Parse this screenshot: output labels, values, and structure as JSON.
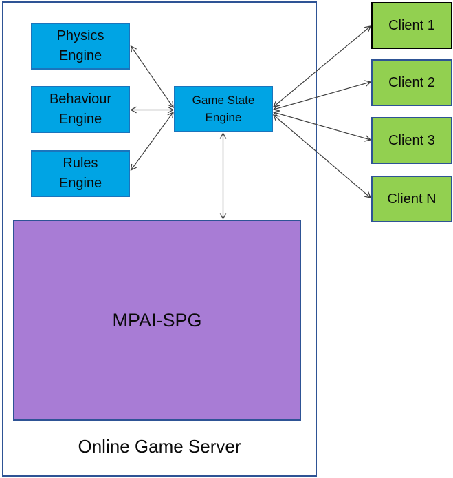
{
  "colors": {
    "blue-fill": "#00a4e4",
    "blue-border": "#1b74bc",
    "green-fill": "#92d050",
    "green-border": "#2e5395",
    "client1-border": "#000000",
    "purple-fill": "#a87cd5",
    "purple-border": "#2e5395",
    "outer-border": "#2e5395",
    "arrow-color": "#404040",
    "text-color": "#0a0a0a"
  },
  "server": {
    "label": "Online Game Server"
  },
  "engines": {
    "physics": {
      "line1": "Physics",
      "line2": "Engine"
    },
    "behaviour": {
      "line1": "Behaviour",
      "line2": "Engine"
    },
    "rules": {
      "line1": "Rules",
      "line2": "Engine"
    },
    "game_state": {
      "line1": "Game State",
      "line2": "Engine"
    }
  },
  "mpai": {
    "label": "MPAI-SPG"
  },
  "clients": [
    {
      "label": "Client 1"
    },
    {
      "label": "Client 2"
    },
    {
      "label": "Client 3"
    },
    {
      "label": "Client N"
    }
  ]
}
